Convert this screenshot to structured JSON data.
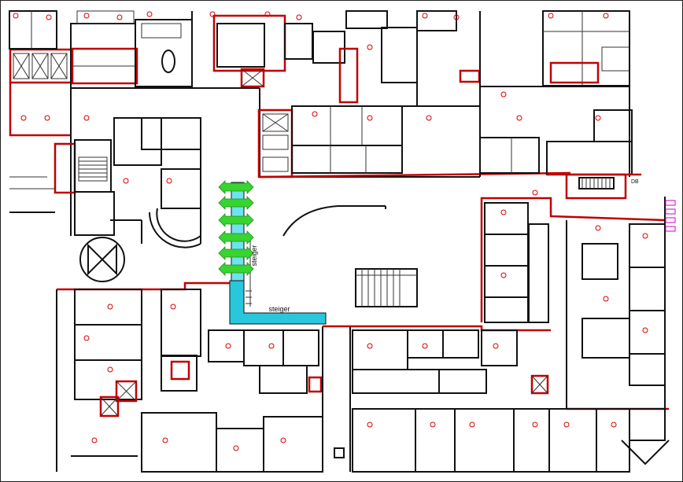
{
  "plan": {
    "labels": {
      "steiger_vertical": "steiger",
      "steiger_horizontal": "steiger",
      "corner_code": "DB"
    }
  }
}
